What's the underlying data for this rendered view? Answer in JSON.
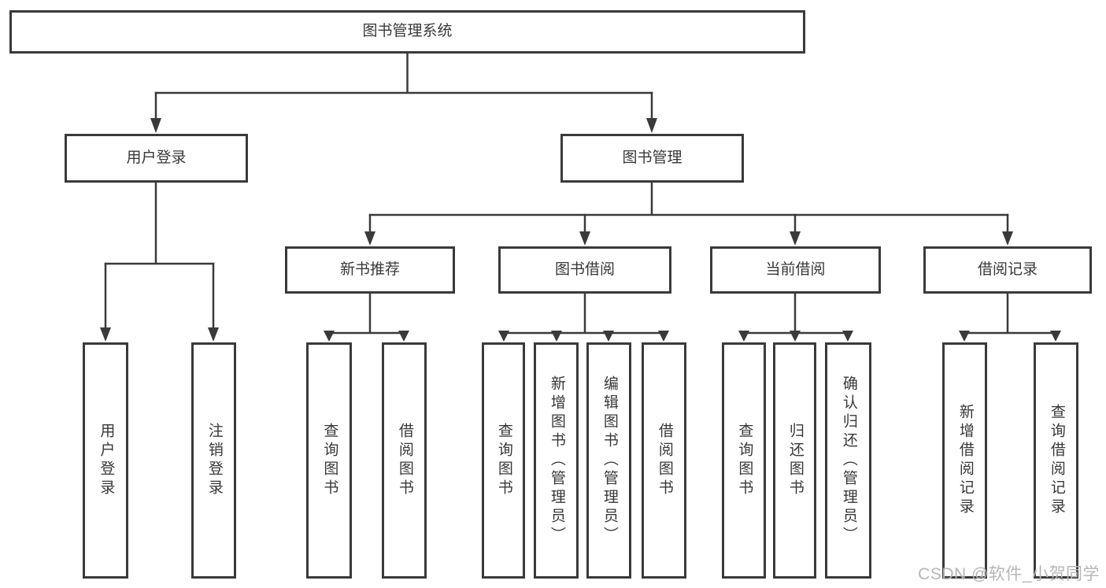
{
  "diagram": {
    "nodes": {
      "root": {
        "label": "图书管理系统"
      },
      "user_login": {
        "label": "用户登录"
      },
      "book_mgmt": {
        "label": "图书管理"
      },
      "new_book_rec": {
        "label": "新书推荐"
      },
      "book_borrow": {
        "label": "图书借阅"
      },
      "current_borrow": {
        "label": "当前借阅"
      },
      "borrow_records": {
        "label": "借阅记录"
      },
      "leaf_user_login": {
        "label": "用户登录"
      },
      "leaf_logout": {
        "label": "注销登录"
      },
      "leaf_nbr_query": {
        "label": "查询图书"
      },
      "leaf_nbr_borrow": {
        "label": "借阅图书"
      },
      "leaf_bb_query": {
        "label": "查询图书"
      },
      "leaf_bb_add": {
        "label": "新增图书（管理员）"
      },
      "leaf_bb_edit": {
        "label": "编辑图书（管理员）"
      },
      "leaf_bb_borrow": {
        "label": "借阅图书"
      },
      "leaf_cb_query": {
        "label": "查询图书"
      },
      "leaf_cb_return": {
        "label": "归还图书"
      },
      "leaf_cb_confirm": {
        "label": "确认归还（管理员）"
      },
      "leaf_br_add": {
        "label": "新增借阅记录"
      },
      "leaf_br_query": {
        "label": "查询借阅记录"
      }
    },
    "colors": {
      "line": "#3a3a3a",
      "text": "#383838",
      "watermark": "#b6b6b6",
      "background": "#ffffff"
    }
  },
  "watermark": {
    "text": "CSDN @软件_小贺同学"
  }
}
